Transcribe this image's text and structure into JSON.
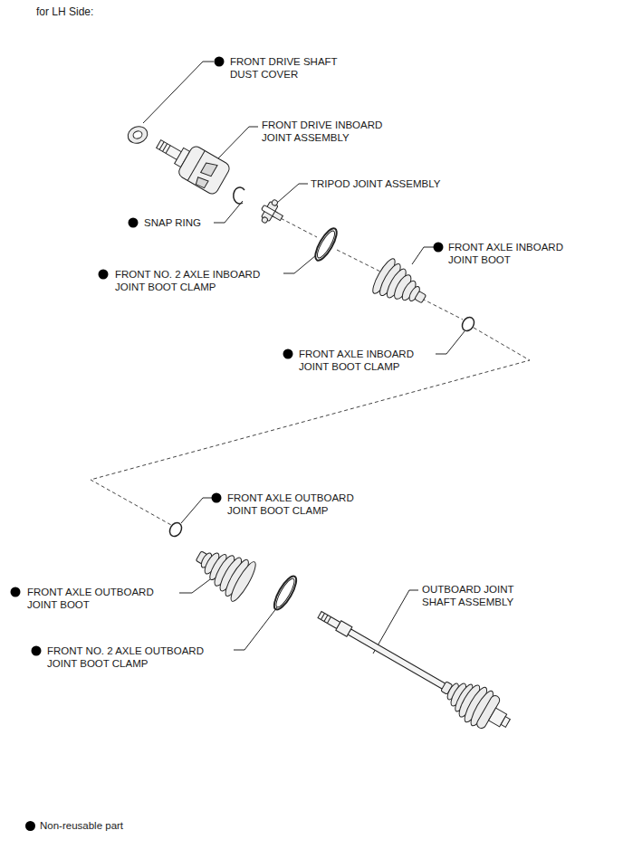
{
  "diagram": {
    "title": "for LH Side:",
    "labels": [
      "FRONT DRIVE SHAFT DUST COVER",
      "FRONT DRIVE INBOARD JOINT ASSEMBLY",
      "TRIPOD JOINT ASSEMBLY",
      "SNAP RING",
      "FRONT AXLE INBOARD JOINT BOOT",
      "FRONT NO. 2 AXLE INBOARD JOINT BOOT CLAMP",
      "FRONT AXLE INBOARD JOINT BOOT CLAMP",
      "FRONT AXLE OUTBOARD JOINT BOOT CLAMP",
      "FRONT AXLE OUTBOARD JOINT BOOT",
      "OUTBOARD JOINT SHAFT ASSEMBLY",
      "FRONT NO. 2 AXLE OUTBOARD JOINT BOOT CLAMP"
    ],
    "legend": [
      {
        "text": "Non-reusable part",
        "color": "#000000"
      }
    ]
  }
}
